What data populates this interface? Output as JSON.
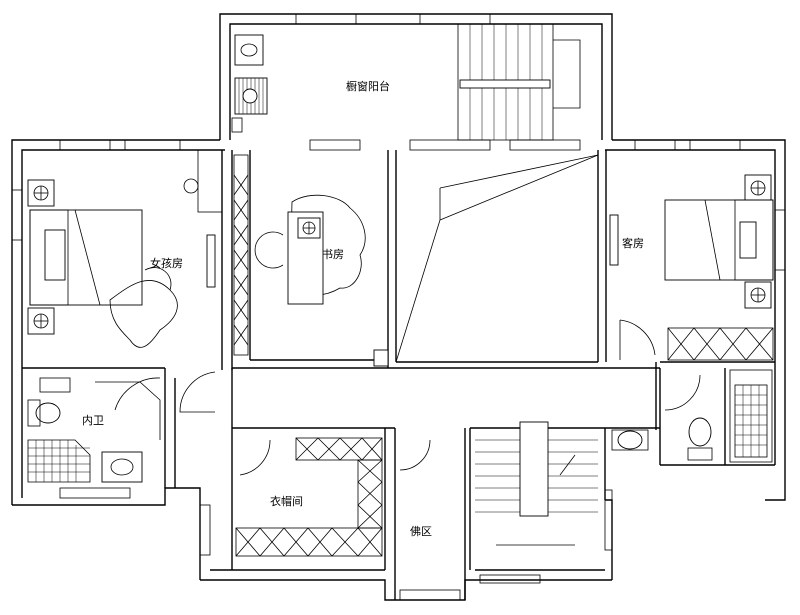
{
  "floorplan": {
    "rooms": {
      "balcony": "橱窗阳台",
      "girls_room": "女孩房",
      "study": "书房",
      "guest_room": "客房",
      "ensuite_bathroom": "内卫",
      "walk_in_closet": "衣帽间",
      "buddha_area": "佛区"
    }
  }
}
